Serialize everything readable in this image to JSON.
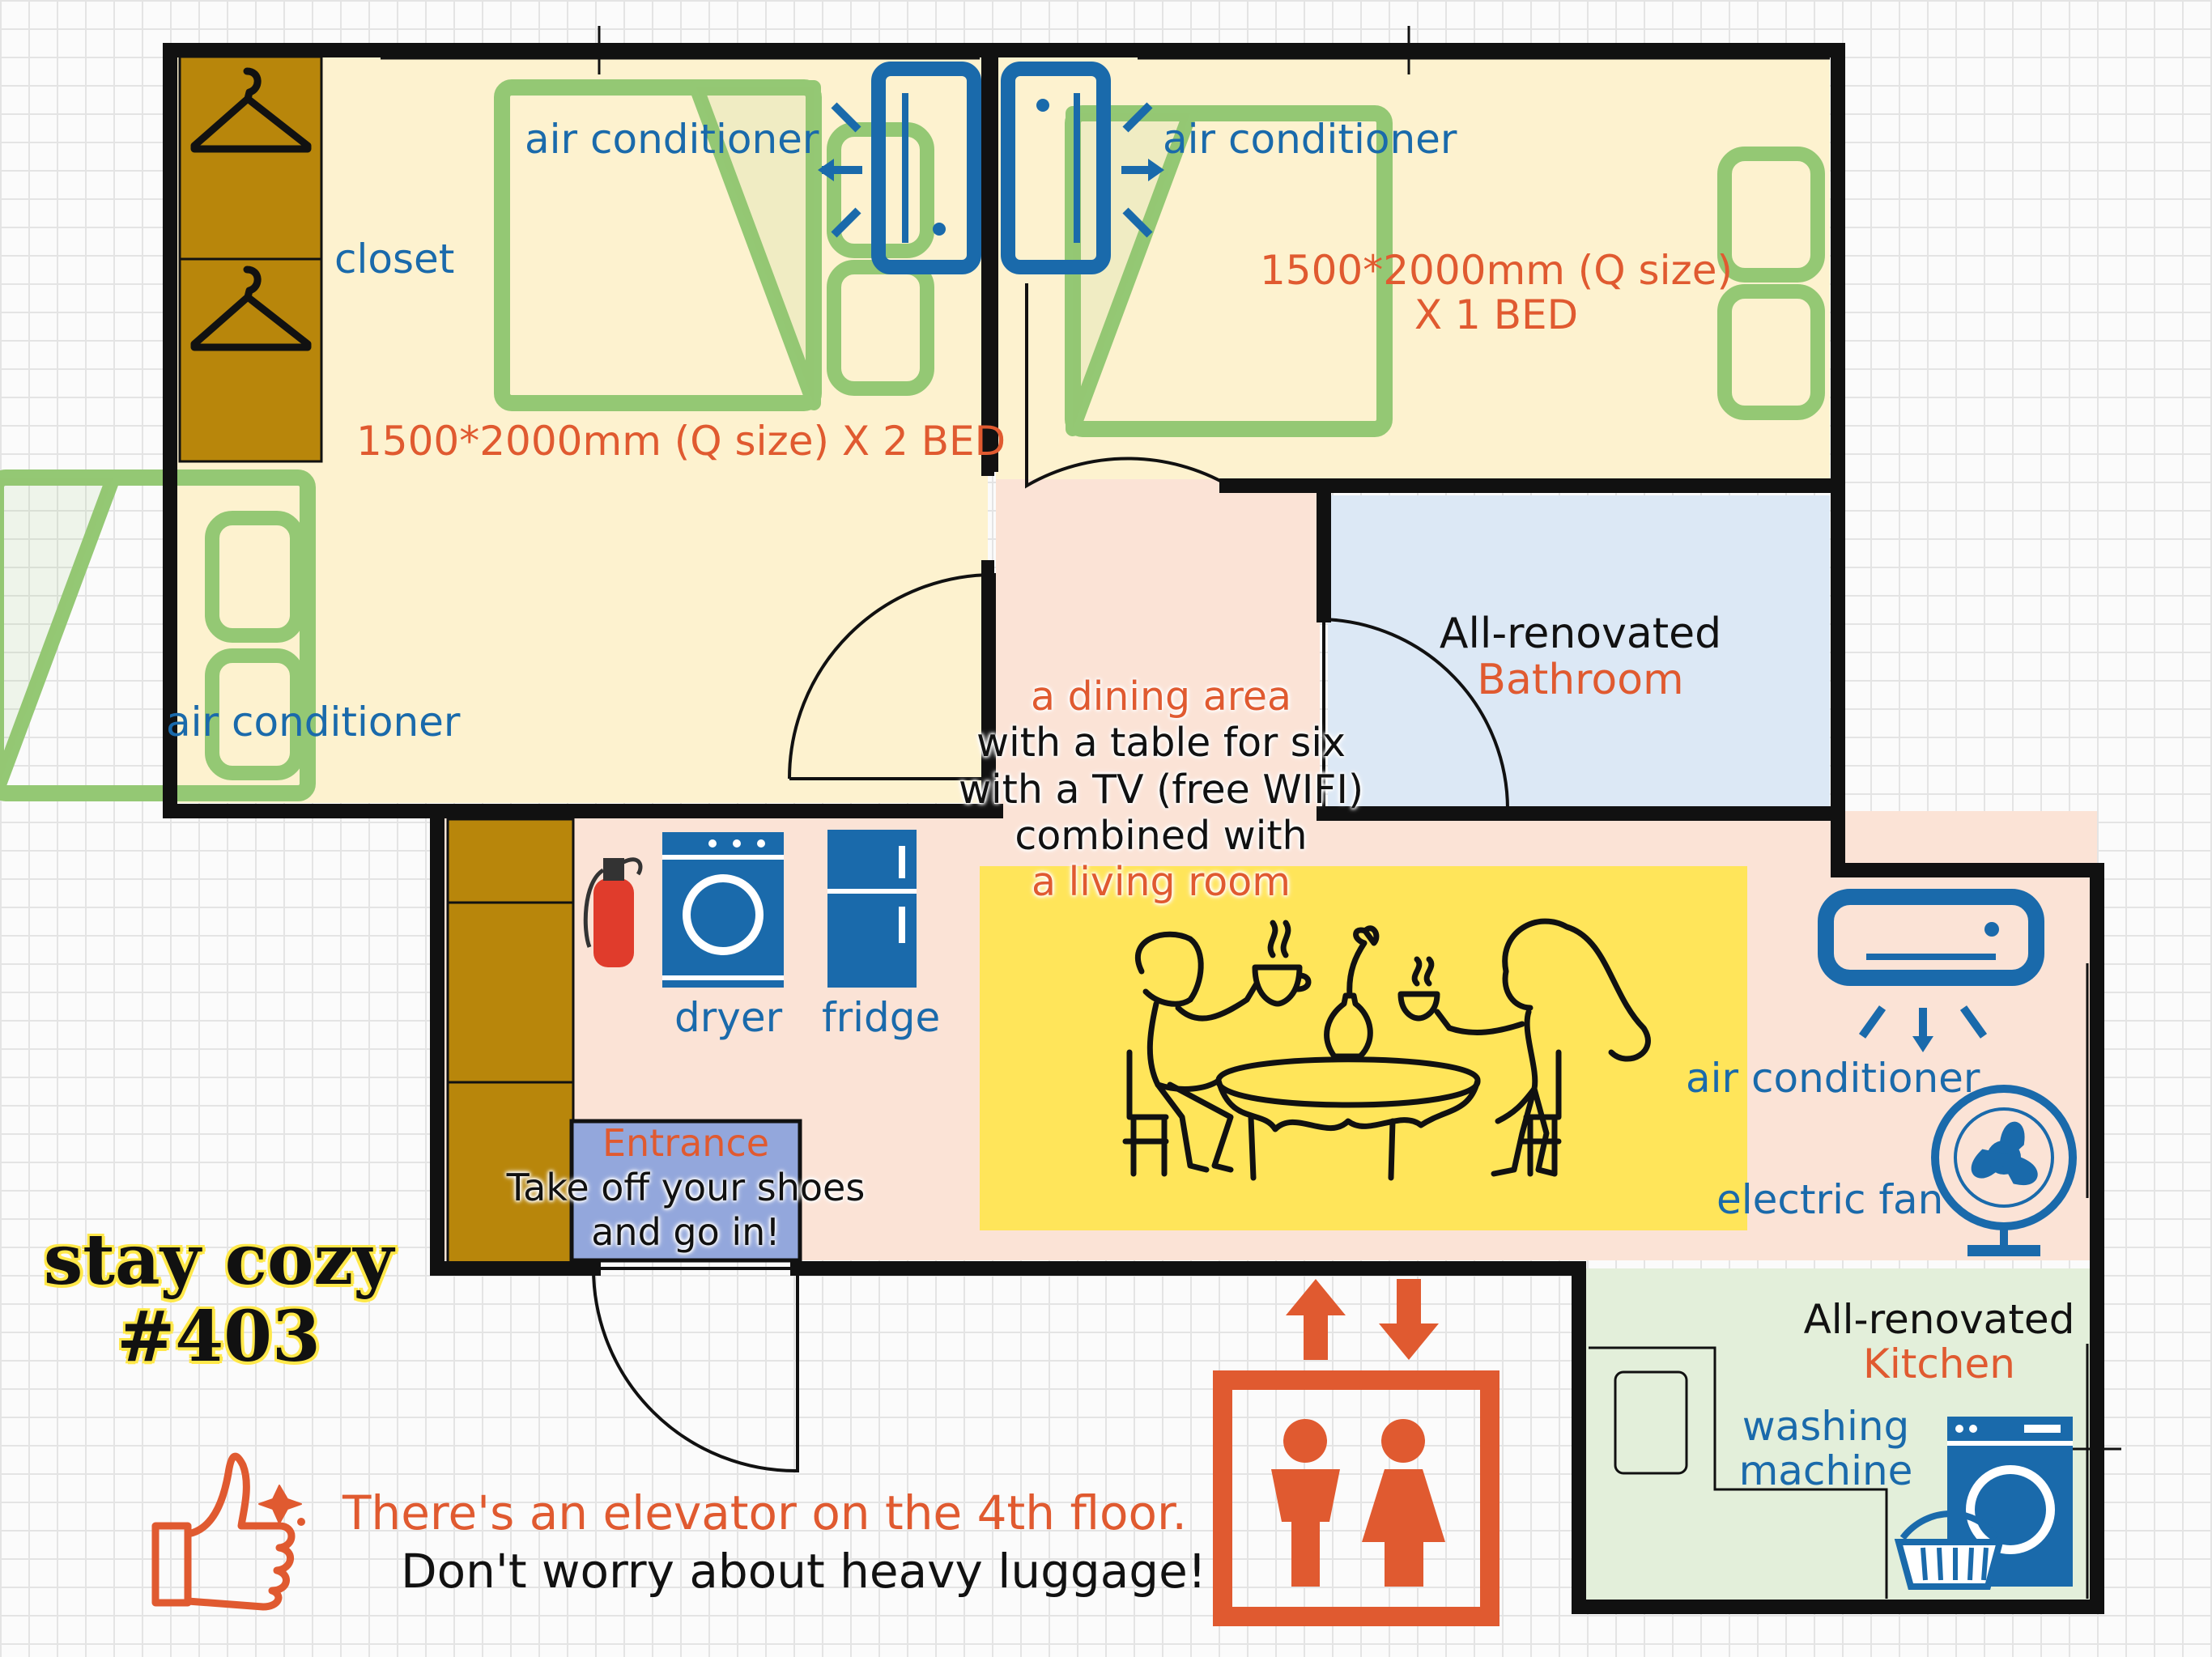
{
  "colors": {
    "bedroom": "#fdf2cf",
    "living": "#fbe3d6",
    "bathroom": "#dce8f5",
    "kitchen": "#e3efda",
    "entrance": "#93a7dc",
    "table_area": "#ffe55a",
    "closet": "#b8860b",
    "wall": "#111111",
    "bed": "#94c874",
    "appliance_blue": "#1a6aab",
    "accent_red": "#e05a30",
    "label_blue": "#1a6aab",
    "label_red": "#e05a30"
  },
  "icons": [
    "hanger-icon",
    "air-conditioner-icon",
    "fire-extinguisher-icon",
    "dryer-icon",
    "fridge-icon",
    "dining-people-icon",
    "electric-fan-icon",
    "elevator-icon",
    "washing-machine-icon",
    "laundry-basket-icon",
    "thumbs-up-icon"
  ],
  "labels": {
    "ac_bedroom1_top": "air conditioner",
    "ac_bedroom2_top": "air conditioner",
    "ac_bedroom1_bottom": "air conditioner",
    "ac_living": "air conditioner",
    "closet": "closet",
    "bed_size_two": "1500*2000mm (Q size) X 2 BED",
    "bed_size_one_line1": "1500*2000mm (Q size)",
    "bed_size_one_line2": "X 1 BED",
    "bathroom_line1": "All-renovated",
    "bathroom_line2": "Bathroom",
    "dining_line1": "a dining area",
    "dining_line2": "with a table for six",
    "dining_line3": "with a TV (free WIFI)",
    "dining_line4": "combined with",
    "dining_line5": "a living room",
    "dryer": "dryer",
    "fridge": "fridge",
    "entrance_title": "Entrance",
    "entrance_line1": "Take off your shoes",
    "entrance_line2": "and go in!",
    "electric_fan": "electric fan",
    "kitchen_line1": "All-renovated",
    "kitchen_line2": "Kitchen",
    "washing_line1": "washing",
    "washing_line2": "machine"
  },
  "brand": {
    "line1": "stay cozy",
    "line2": "#403"
  },
  "notice": {
    "line1": "There's  an elevator on the 4th floor.",
    "line2": "Don't worry about heavy luggage!"
  }
}
